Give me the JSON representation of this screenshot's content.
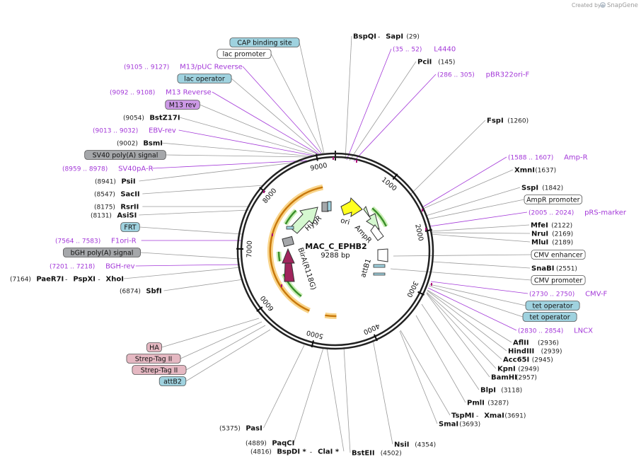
{
  "credit": {
    "text": "Created by",
    "brand": "SnapGene"
  },
  "plasmid": {
    "name": "MAC_C_EPHB2",
    "length_label": "9288 bp",
    "length": 9288
  },
  "colors": {
    "backbone": "#222222",
    "primer": "#a338d8",
    "leader": "#9a9a9a",
    "orange_arc": "#c8780a",
    "orange_halo": "#f9d48a",
    "green_arc": "#3a8f2a",
    "green_halo": "#c9eeb4",
    "hygr": "#d5f8d0",
    "ori": "#ffff1f",
    "ampr": "#d5f8d0",
    "birA": "#a0245c",
    "grey_box": "#a5a7aa",
    "blue_box": "#9fd2df",
    "pink_box": "#e5b8c2",
    "violet_box": "#cc99e6"
  },
  "ticks": [
    "1000",
    "2000",
    "3000",
    "4000",
    "5000",
    "6000",
    "7000",
    "8000",
    "9000"
  ],
  "inner_features": [
    {
      "label": "HygR",
      "kind": "arrow",
      "color": "hygr"
    },
    {
      "label": "ori",
      "kind": "arrow",
      "color": "ori"
    },
    {
      "label": "AmpR",
      "kind": "arrow",
      "color": "ampr"
    },
    {
      "label": "BirA(R118G)",
      "kind": "arrow",
      "color": "birA"
    },
    {
      "label": "attB1",
      "kind": "box",
      "color": "blue_box"
    }
  ],
  "labels": [
    {
      "id": "bspqi",
      "style": "enzyme-pair",
      "name": "BspQI",
      "name2": "SapI",
      "pos": "(29)"
    },
    {
      "id": "l4440",
      "style": "primer",
      "name": "L4440",
      "pos": "(35 .. 52)"
    },
    {
      "id": "pcii",
      "style": "enzyme",
      "name": "PciI",
      "pos": "(145)"
    },
    {
      "id": "pbr322",
      "style": "primer",
      "name": "pBR322ori-F",
      "pos": "(286 .. 305)"
    },
    {
      "id": "fspi",
      "style": "enzyme",
      "name": "FspI",
      "pos": "(1260)"
    },
    {
      "id": "ampr-primer",
      "style": "primer",
      "name": "Amp-R",
      "pos": "(1588 .. 1607)"
    },
    {
      "id": "xmni",
      "style": "enzyme",
      "name": "XmnI",
      "pos": "(1637)"
    },
    {
      "id": "sspi",
      "style": "enzyme",
      "name": "SspI",
      "pos": "(1842)"
    },
    {
      "id": "ampr-prom",
      "style": "box",
      "color": "white",
      "name": "AmpR promoter"
    },
    {
      "id": "prs",
      "style": "primer",
      "name": "pRS-marker",
      "pos": "(2005 .. 2024)"
    },
    {
      "id": "mfei",
      "style": "enzyme",
      "name": "MfeI",
      "pos": "(2122)"
    },
    {
      "id": "nrui",
      "style": "enzyme",
      "name": "NruI",
      "pos": "(2169)"
    },
    {
      "id": "mlui",
      "style": "enzyme",
      "name": "MluI",
      "pos": "(2189)"
    },
    {
      "id": "cmv-enh",
      "style": "box",
      "color": "white",
      "name": "CMV enhancer"
    },
    {
      "id": "snabi",
      "style": "enzyme",
      "name": "SnaBI",
      "pos": "(2551)"
    },
    {
      "id": "cmv-prom",
      "style": "box",
      "color": "white",
      "name": "CMV promoter"
    },
    {
      "id": "cmvf",
      "style": "primer",
      "name": "CMV-F",
      "pos": "(2730 .. 2750)"
    },
    {
      "id": "tetop1",
      "style": "box",
      "color": "blue_box",
      "name": "tet operator"
    },
    {
      "id": "tetop2",
      "style": "box",
      "color": "blue_box",
      "name": "tet operator"
    },
    {
      "id": "lncx",
      "style": "primer",
      "name": "LNCX",
      "pos": "(2830 .. 2854)"
    },
    {
      "id": "aflii",
      "style": "enzyme",
      "name": "AflII",
      "pos": "(2936)"
    },
    {
      "id": "hindiii",
      "style": "enzyme",
      "name": "HindIII",
      "pos": "(2939)"
    },
    {
      "id": "acc65i",
      "style": "enzyme",
      "name": "Acc65I",
      "pos": "(2945)"
    },
    {
      "id": "kpni",
      "style": "enzyme",
      "name": "KpnI",
      "pos": "(2949)"
    },
    {
      "id": "bamhi",
      "style": "enzyme",
      "name": "BamHI",
      "pos": "(2957)"
    },
    {
      "id": "blpi",
      "style": "enzyme",
      "name": "BlpI",
      "pos": "(3118)"
    },
    {
      "id": "pmli",
      "style": "enzyme",
      "name": "PmlI",
      "pos": "(3287)"
    },
    {
      "id": "tspmi",
      "style": "enzyme-pair",
      "name": "TspMI",
      "name2": "XmaI",
      "pos": "(3691)"
    },
    {
      "id": "smai",
      "style": "enzyme",
      "name": "SmaI",
      "pos": "(3693)"
    },
    {
      "id": "nsii",
      "style": "enzyme",
      "name": "NsiI",
      "pos": "(4354)"
    },
    {
      "id": "bsteii",
      "style": "enzyme",
      "name": "BstEII",
      "pos": "(4502)"
    },
    {
      "id": "bspdi",
      "style": "enzyme-pair",
      "name": "BspDI *",
      "name2": "ClaI *",
      "pos": "(4816)"
    },
    {
      "id": "paqci",
      "style": "enzyme",
      "name": "PaqCI",
      "pos": "(4889)"
    },
    {
      "id": "pasi",
      "style": "enzyme",
      "name": "PasI",
      "pos": "(5375)"
    },
    {
      "id": "attb2",
      "style": "box",
      "color": "blue_box",
      "name": "attB2"
    },
    {
      "id": "strep2",
      "style": "box",
      "color": "pink_box",
      "name": "Strep-Tag II"
    },
    {
      "id": "strep1",
      "style": "box",
      "color": "pink_box",
      "name": "Strep-Tag II"
    },
    {
      "id": "ha",
      "style": "box",
      "color": "pink_box",
      "name": "HA"
    },
    {
      "id": "sbfi",
      "style": "enzyme",
      "name": "SbfI",
      "pos": "(6874)"
    },
    {
      "id": "paer7i",
      "style": "enzyme-triple",
      "name": "PaeR7I",
      "name2": "PspXI",
      "name3": "XhoI",
      "pos": "(7164)"
    },
    {
      "id": "bghrev",
      "style": "primer",
      "name": "BGH-rev",
      "pos": "(7201 .. 7218)"
    },
    {
      "id": "bghpa",
      "style": "box",
      "color": "grey_box",
      "name": "bGH poly(A) signal"
    },
    {
      "id": "f1ori",
      "style": "primer",
      "name": "F1ori-R",
      "pos": "(7564 .. 7583)"
    },
    {
      "id": "frt",
      "style": "box",
      "color": "blue_box",
      "name": "FRT"
    },
    {
      "id": "asisi",
      "style": "enzyme",
      "name": "AsiSI",
      "pos": "(8131)"
    },
    {
      "id": "rsrii",
      "style": "enzyme",
      "name": "RsrII",
      "pos": "(8175)"
    },
    {
      "id": "sacii",
      "style": "enzyme",
      "name": "SacII",
      "pos": "(8547)"
    },
    {
      "id": "psii",
      "style": "enzyme",
      "name": "PsiI",
      "pos": "(8941)"
    },
    {
      "id": "sv40pa-r",
      "style": "primer",
      "name": "SV40pA-R",
      "pos": "(8959 .. 8978)"
    },
    {
      "id": "sv40pa",
      "style": "box",
      "color": "grey_box",
      "name": "SV40 poly(A) signal"
    },
    {
      "id": "bsmi",
      "style": "enzyme",
      "name": "BsmI",
      "pos": "(9002)"
    },
    {
      "id": "ebvrev",
      "style": "primer",
      "name": "EBV-rev",
      "pos": "(9013 .. 9032)"
    },
    {
      "id": "bstz17i",
      "style": "enzyme",
      "name": "BstZ17I",
      "pos": "(9054)"
    },
    {
      "id": "m13rev-box",
      "style": "box",
      "color": "violet_box",
      "name": "M13 rev"
    },
    {
      "id": "m13rev",
      "style": "primer",
      "name": "M13 Reverse",
      "pos": "(9092 .. 9108)"
    },
    {
      "id": "lacop",
      "style": "box",
      "color": "blue_box",
      "name": "lac operator"
    },
    {
      "id": "m13puc",
      "style": "primer",
      "name": "M13/pUC Reverse",
      "pos": "(9105 .. 9127)"
    },
    {
      "id": "lacprom",
      "style": "box",
      "color": "white",
      "name": "lac promoter"
    },
    {
      "id": "cap",
      "style": "box",
      "color": "blue_box",
      "name": "CAP binding site"
    }
  ]
}
